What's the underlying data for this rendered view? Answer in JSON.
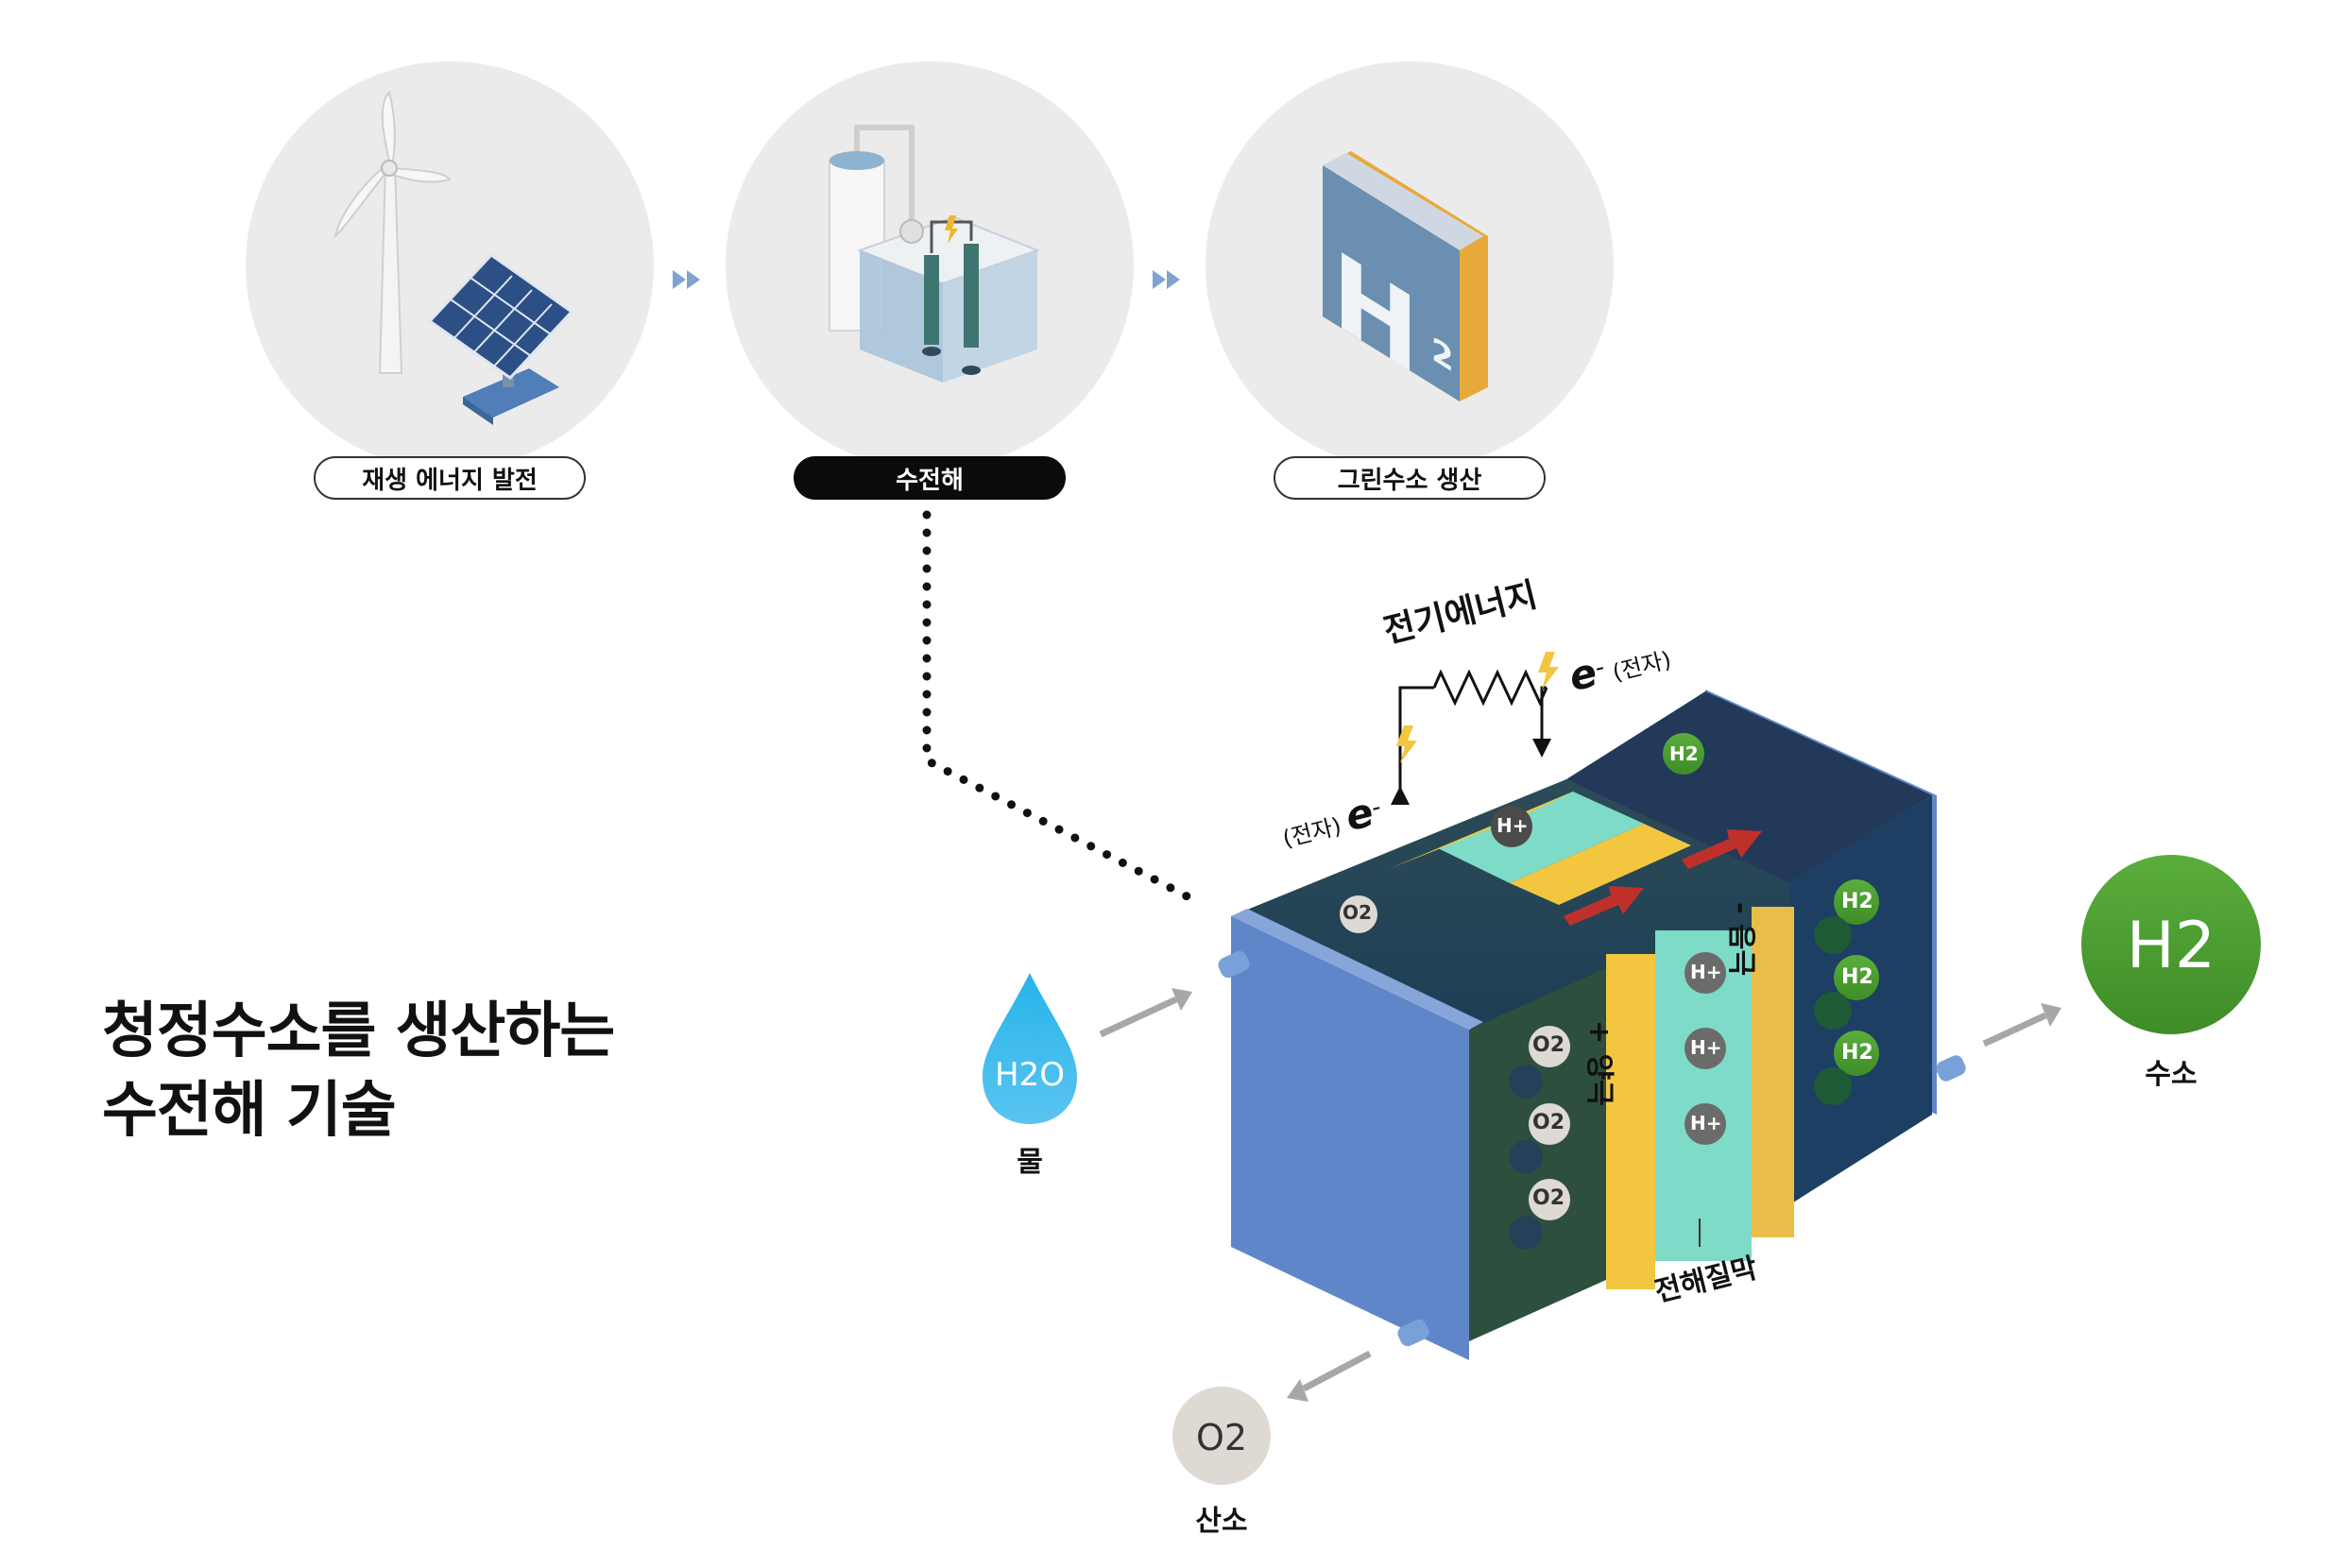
{
  "title_lines": [
    "청정수소를 생산하는",
    "수전해 기술"
  ],
  "steps": [
    {
      "label": "재생 에너지 발전",
      "active": false
    },
    {
      "label": "수전해",
      "active": true
    },
    {
      "label": "그린수소 생산",
      "active": false
    }
  ],
  "circuit": {
    "energy_label": "전기에너지",
    "electron_symbol": "e",
    "electron_note": "(전자)"
  },
  "cell": {
    "anode_label": "+ 양극",
    "cathode_label": "- 음극",
    "membrane_label": "전해질막"
  },
  "inputs": {
    "water_symbol": "H2O",
    "water_label": "물"
  },
  "outputs": {
    "hydrogen_symbol": "H2",
    "hydrogen_label": "수소",
    "oxygen_symbol": "O2",
    "oxygen_label": "산소"
  },
  "molecules": {
    "o2": "O2",
    "h_plus": "H+",
    "h2": "H2"
  },
  "colors": {
    "step_circle": "#ebebeb",
    "cell_blue": "#5f86c8",
    "anode_yellow": "#f3c640",
    "membrane_teal": "#7edbc8",
    "arrow_red": "#c0302a",
    "hydrogen_green": "#4a9c2f",
    "water_blue": "#27a9e1",
    "oxygen_grey": "#dedad3"
  },
  "icons": [
    "wind-turbine-icon",
    "solar-panel-icon",
    "electrolyzer-icon",
    "h2-tile-icon",
    "lightning-icon",
    "water-drop-icon"
  ]
}
